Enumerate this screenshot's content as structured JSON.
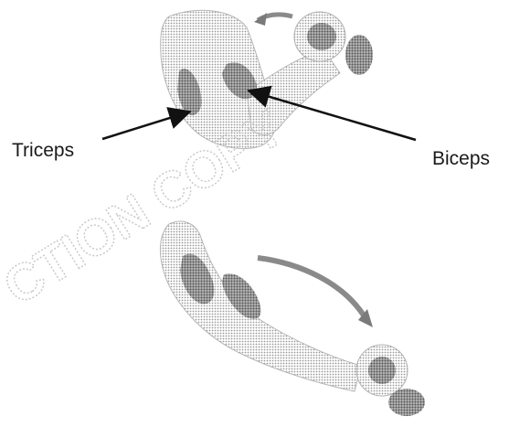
{
  "labels": {
    "triceps": "Triceps",
    "biceps": "Biceps"
  },
  "watermark": {
    "text": "CTION COPY"
  },
  "colors": {
    "muscle_dark": "#7f7f7f",
    "muscle_mid": "#a8a8a8",
    "bone_light": "#e6e6e6",
    "arrow": "#111111"
  }
}
